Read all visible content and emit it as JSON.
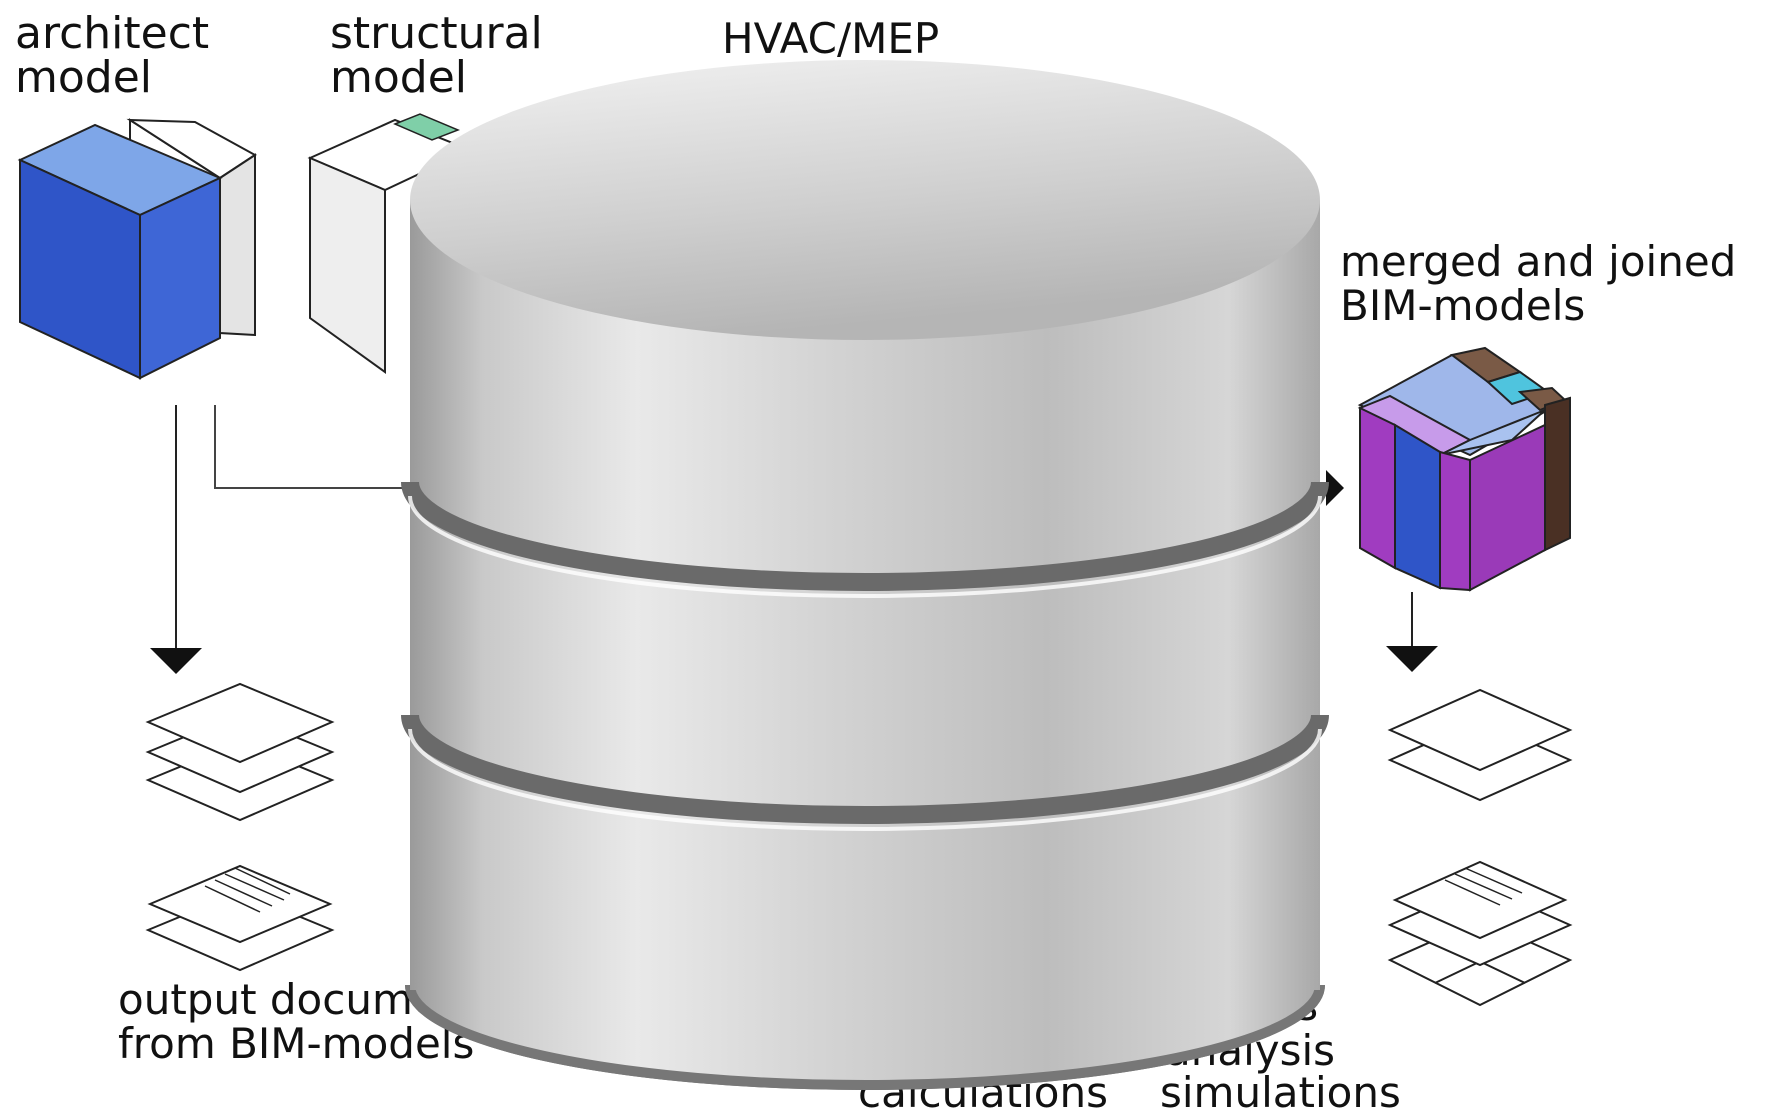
{
  "labels": {
    "architect_model": "architect\nmodel",
    "structural_model": "structural\nmodel",
    "hvac_mep": "HVAC/MEP",
    "merged_models": "merged and joined\nBIM-models",
    "output_documents": "output docume\nfrom BIM-models",
    "right_partial_1": "ations",
    "right_partial_2": "analysis",
    "calculations": "calculations",
    "simulations": "simulations"
  },
  "icons": [
    "architect-model-cube-icon",
    "structural-model-cube-icon",
    "database-cylinder-icon",
    "merged-model-cube-icon",
    "layers-stack-icon",
    "document-stack-icon"
  ],
  "colors": {
    "architect_blue": "#2f55c8",
    "structural_green": "#7fcfa8",
    "merged_purple": "#a03cc0",
    "merged_brown": "#5a3a2a",
    "merged_cyan": "#4fc4de",
    "database_gray": "#c8c8c8"
  }
}
